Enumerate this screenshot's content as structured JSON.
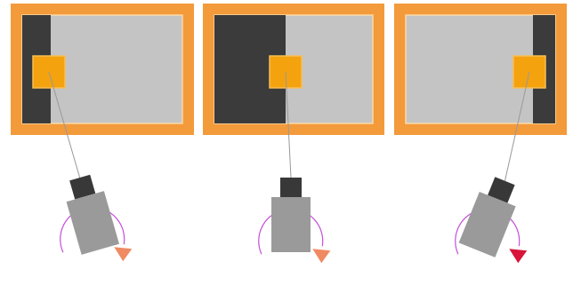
{
  "colors": {
    "background": "#ffffff",
    "frame_border": "#f39a3b",
    "frame_inner_line": "#fbd9a8",
    "screen_light": "#c4c4c4",
    "screen_dark": "#3b3b3b",
    "target_marker": "#f5a20f",
    "target_marker_border": "#f7be55",
    "beam_line": "#999999",
    "camera_body": "#9a9a9a",
    "camera_head": "#383838",
    "rotation_arc": "#c54fd9",
    "arrow_light": "#f08a62",
    "arrow_strong": "#d8143a"
  },
  "panels": [
    {
      "name": "left",
      "dark_region_side": "left",
      "dark_region_fraction": 0.18,
      "camera_tilt_deg": -16,
      "rotation_arrow_color": "arrow_light"
    },
    {
      "name": "center",
      "dark_region_side": "left",
      "dark_region_fraction": 0.45,
      "camera_tilt_deg": 0,
      "rotation_arrow_color": "arrow_light"
    },
    {
      "name": "right",
      "dark_region_side": "right",
      "dark_region_fraction": 0.15,
      "camera_tilt_deg": 22,
      "rotation_arrow_color": "arrow_strong"
    }
  ]
}
